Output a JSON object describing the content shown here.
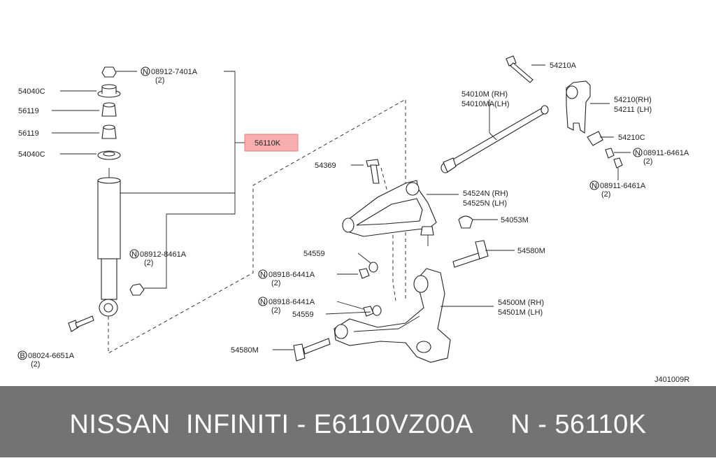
{
  "labels": {
    "nut_top": "08912-7401A",
    "nut_top_qty": "(2)",
    "rubber_upper": "54040C",
    "bush_upper": "56119",
    "bush_lower": "56119",
    "rubber_lower": "54040C",
    "absorber": "56110K",
    "nut_mid": "08912-8461A",
    "nut_mid_qty": "(2)",
    "bolt_bottom": "08024-6651A",
    "bolt_bottom_qty": "(2)",
    "bolt_top_right": "54210A",
    "rod_rh": "54010M (RH)",
    "rod_lh": "54010MA(LH)",
    "bracket_rh": "54210(RH)",
    "bracket_lh": "54211 (LH)",
    "cap": "54210C",
    "nut_r1": "08911-6461A",
    "nut_r1_qty": "(2)",
    "nut_r2": "08911-6461A",
    "nut_r2_qty": "(2)",
    "bolt_upper_arm": "54369",
    "upper_arm_rh": "54524N (RH)",
    "upper_arm_lh": "54525N (LH)",
    "bump": "54053M",
    "washer1": "54559",
    "bolt_lower_arm_r": "54580M",
    "nut_w1": "08918-6441A",
    "nut_w1_qty": "(2)",
    "lower_arm_rh": "54500M (RH)",
    "lower_arm_lh": "54501M (LH)",
    "nut_w2": "08918-6441A",
    "nut_w2_qty": "(2)",
    "washer2": "54559",
    "bolt_lower_arm_l": "54580M",
    "diagram_code": "J401009R"
  },
  "marks": {
    "n": "N",
    "b": "B"
  },
  "colors": {
    "highlight_fill": "#f7a1a1",
    "highlight_stroke": "#e06666",
    "footer_bg": "#737373"
  },
  "footer": {
    "text": "NISSAN  INFINITI - E6110VZ00A     N - 56110K"
  }
}
